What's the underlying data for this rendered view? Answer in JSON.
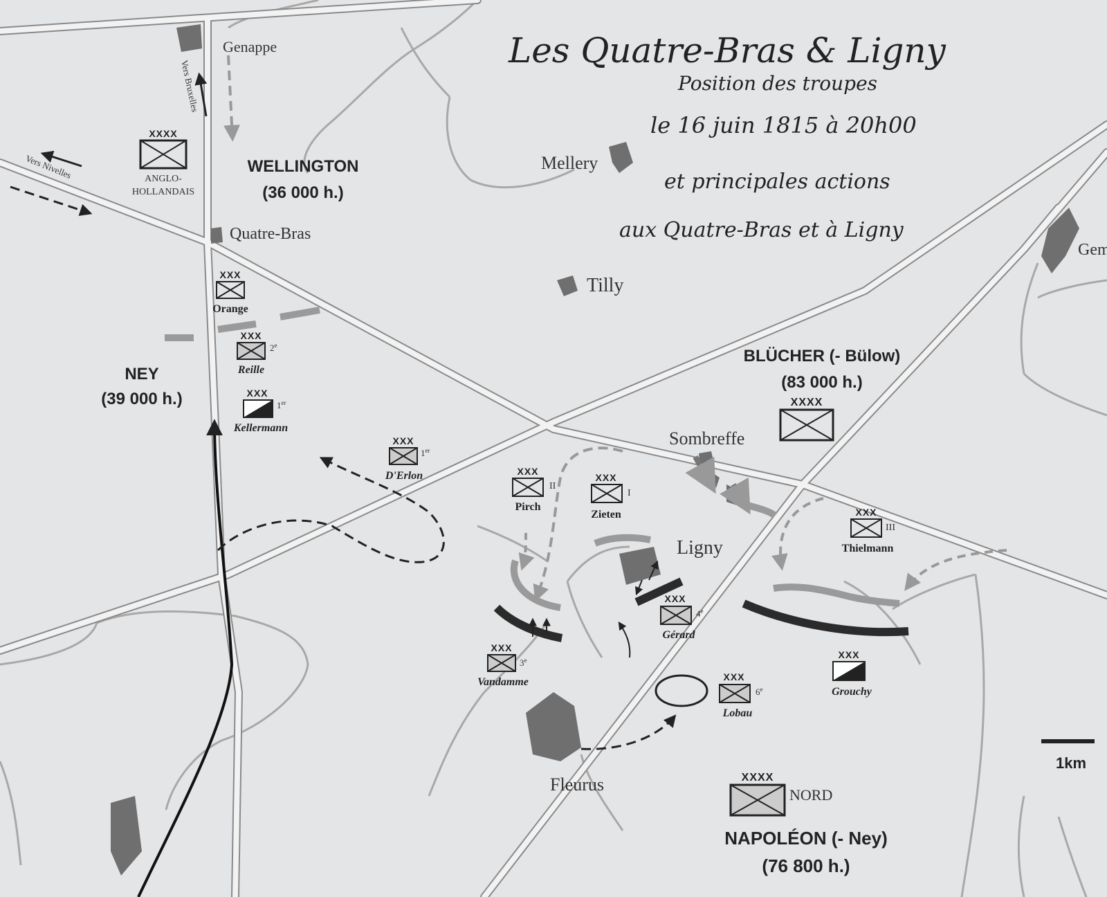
{
  "title": {
    "main": "Les Quatre-Bras & Ligny",
    "line1": "Position des troupes",
    "line2": "le 16 juin 1815 à 20h00",
    "line3": "et principales actions",
    "line4": "aux Quatre-Bras et à Ligny"
  },
  "places": {
    "genappe": "Genappe",
    "quatre_bras": "Quatre-Bras",
    "mellery": "Mellery",
    "tilly": "Tilly",
    "sombreffe": "Sombreffe",
    "ligny": "Ligny",
    "fleurus": "Fleurus",
    "gembloux_partial": "Gem"
  },
  "roads": {
    "vers_bruxelles": "Vers Bruxelles",
    "vers_nivelles": "Vers Nivelles"
  },
  "commanders": {
    "wellington": {
      "name": "WELLINGTON",
      "strength": "(36 000 h.)"
    },
    "ney": {
      "name": "NEY",
      "strength": "(39 000 h.)"
    },
    "blucher": {
      "name": "BLÜCHER (- Bülow)",
      "strength": "(83 000 h.)"
    },
    "napoleon": {
      "name": "NAPOLÉON (- Ney)",
      "strength": "(76 800 h.)"
    }
  },
  "units": {
    "anglo": {
      "echelon": "XXXX",
      "line1": "ANGLO-",
      "line2": "HOLLANDAIS"
    },
    "orange": {
      "echelon": "XXX",
      "label": "Orange"
    },
    "reille": {
      "echelon": "XXX",
      "label": "Reille",
      "num": "2",
      "sup": "e"
    },
    "kellermann": {
      "echelon": "XXX",
      "label": "Kellermann",
      "num": "1",
      "sup": "er"
    },
    "derlon": {
      "echelon": "XXX",
      "label": "D'Erlon",
      "num": "1",
      "sup": "er"
    },
    "pirch": {
      "echelon": "XXX",
      "label": "Pirch",
      "num": "II"
    },
    "zieten": {
      "echelon": "XXX",
      "label": "Zieten",
      "num": "I"
    },
    "thielmann": {
      "echelon": "XXX",
      "label": "Thielmann",
      "num": "III"
    },
    "prussian_army": {
      "echelon": "XXXX"
    },
    "gerard": {
      "echelon": "XXX",
      "label": "Gérard",
      "num": "4",
      "sup": "e"
    },
    "vandamme": {
      "echelon": "XXX",
      "label": "Vandamme",
      "num": "3",
      "sup": "e"
    },
    "lobau": {
      "echelon": "XXX",
      "label": "Lobau",
      "num": "6",
      "sup": "e"
    },
    "grouchy": {
      "echelon": "XXX",
      "label": "Grouchy"
    },
    "nord": {
      "echelon": "XXXX",
      "label": "NORD"
    }
  },
  "scale": {
    "label": "1km"
  },
  "colors": {
    "background": "#e4e5e7",
    "road": "#ffffff",
    "road_edge": "#8a8a8a",
    "town": "#6f6f6f",
    "prussian_line": "#9a9a9a",
    "french_line": "#2b2b2b"
  }
}
